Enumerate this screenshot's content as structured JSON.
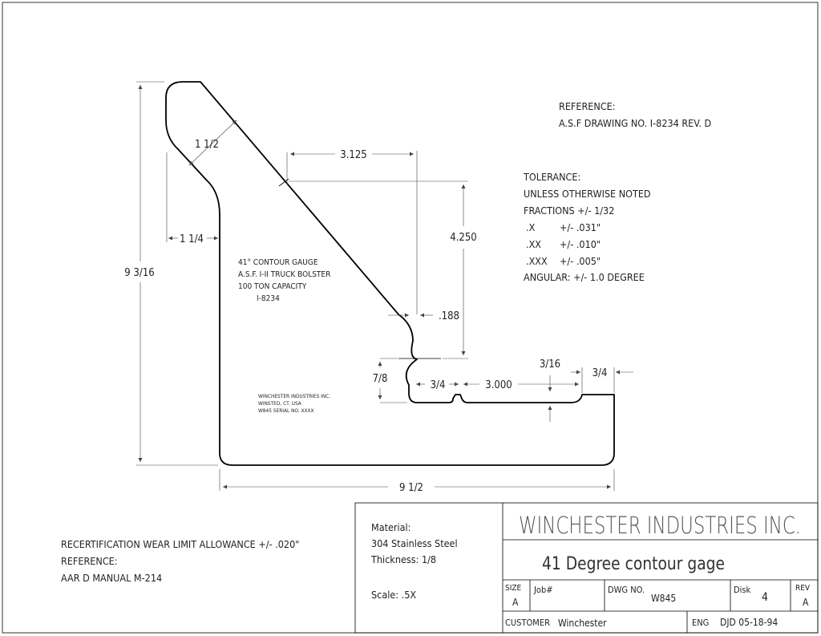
{
  "drawing": {
    "dimensions": {
      "overall_height": "9 3/16",
      "overall_width": "9 1/2",
      "top_radius": "1 1/2",
      "left_step": "1 1/4",
      "horizontal_offset": "3.125",
      "vertical_offset": "4.250",
      "lip": ".188",
      "notch_height": "7/8",
      "notch_width": "3/4",
      "flat": "3.000",
      "groove": "3/16",
      "right_edge": "3/4"
    },
    "part_label": [
      "41° CONTOUR GAUGE",
      "A.S.F. I-II TRUCK BOLSTER",
      "100 TON CAPACITY",
      "I-8234"
    ],
    "maker_label": [
      "WINCHESTER INDUSTRIES INC.",
      "WINSTED, CT. USA",
      "W845  SERIAL NO. XXXX"
    ]
  },
  "reference_block": {
    "heading": "REFERENCE:",
    "line": "A.S.F DRAWING NO. I-8234 REV. D"
  },
  "tolerance_block": {
    "heading": "TOLERANCE:",
    "line1": "UNLESS OTHERWISE NOTED",
    "line2": "FRACTIONS +/- 1/32",
    "rows": [
      {
        "key": ".X",
        "val": "+/- .031\""
      },
      {
        "key": ".XX",
        "val": "+/- .010\""
      },
      {
        "key": ".XXX",
        "val": "+/- .005\""
      }
    ],
    "angular": "ANGULAR: +/- 1.0 DEGREE"
  },
  "notes": {
    "line1": "RECERTIFICATION WEAR LIMIT ALLOWANCE +/- .020\"",
    "line2": "REFERENCE:",
    "line3": "AAR D MANUAL M-214"
  },
  "title_block": {
    "material_label": "Material:",
    "material": "304 Stainless Steel",
    "thickness": "Thickness: 1/8",
    "scale": "Scale: .5X",
    "company": "WINCHESTER INDUSTRIES INC.",
    "title": "41 Degree contour gage",
    "size_label": "SIZE",
    "size_value": "A",
    "job_label": "Job#",
    "dwg_label": "DWG NO.",
    "dwg_value": "W845",
    "disk_label": "Disk",
    "disk_value": "4",
    "rev_label": "REV",
    "rev_value": "A",
    "customer_label": "CUSTOMER",
    "customer_value": "Winchester",
    "eng_label": "ENG",
    "eng_value": "DJD 05-18-94"
  }
}
